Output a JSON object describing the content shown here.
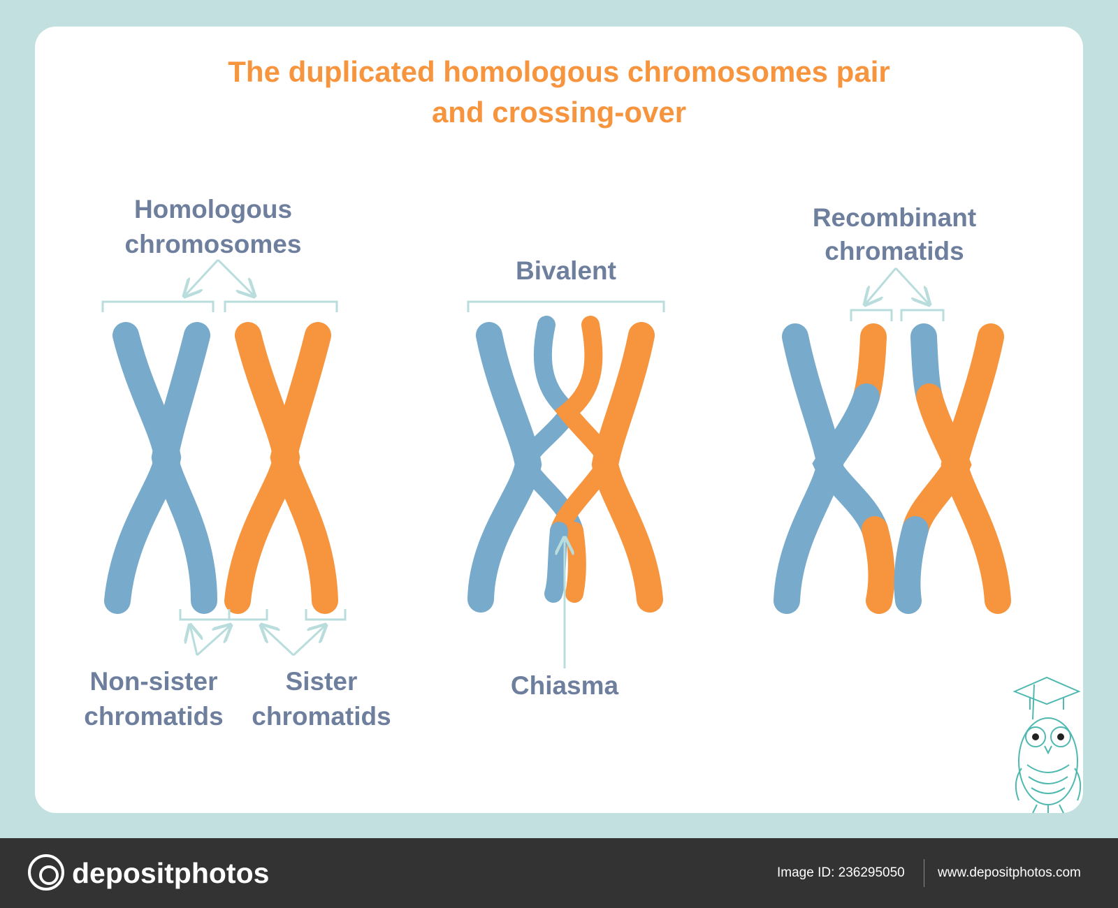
{
  "title": {
    "line1": "The duplicated homologous chromosomes pair",
    "line2": "and crossing-over"
  },
  "labels": {
    "homologous_line1": "Homologous",
    "homologous_line2": "chromosomes",
    "non_sister_line1": "Non-sister",
    "non_sister_line2": "chromatids",
    "sister_line1": "Sister",
    "sister_line2": "chromatids",
    "bivalent": "Bivalent",
    "chiasma": "Chiasma",
    "recombinant_line1": "Recombinant",
    "recombinant_line2": "chromatids"
  },
  "footer": {
    "brand": "depositphotos",
    "image_id": "Image ID: 236295050",
    "url": "www.depositphotos.com"
  },
  "colors": {
    "blue": "#77aacb",
    "orange": "#f7943e",
    "label_text": "#6e7f9e",
    "bracket": "#b9dcdc",
    "frame": "#c3e0e0"
  },
  "icons": [
    "owl-mascot-icon",
    "depositphotos-logo-icon"
  ]
}
